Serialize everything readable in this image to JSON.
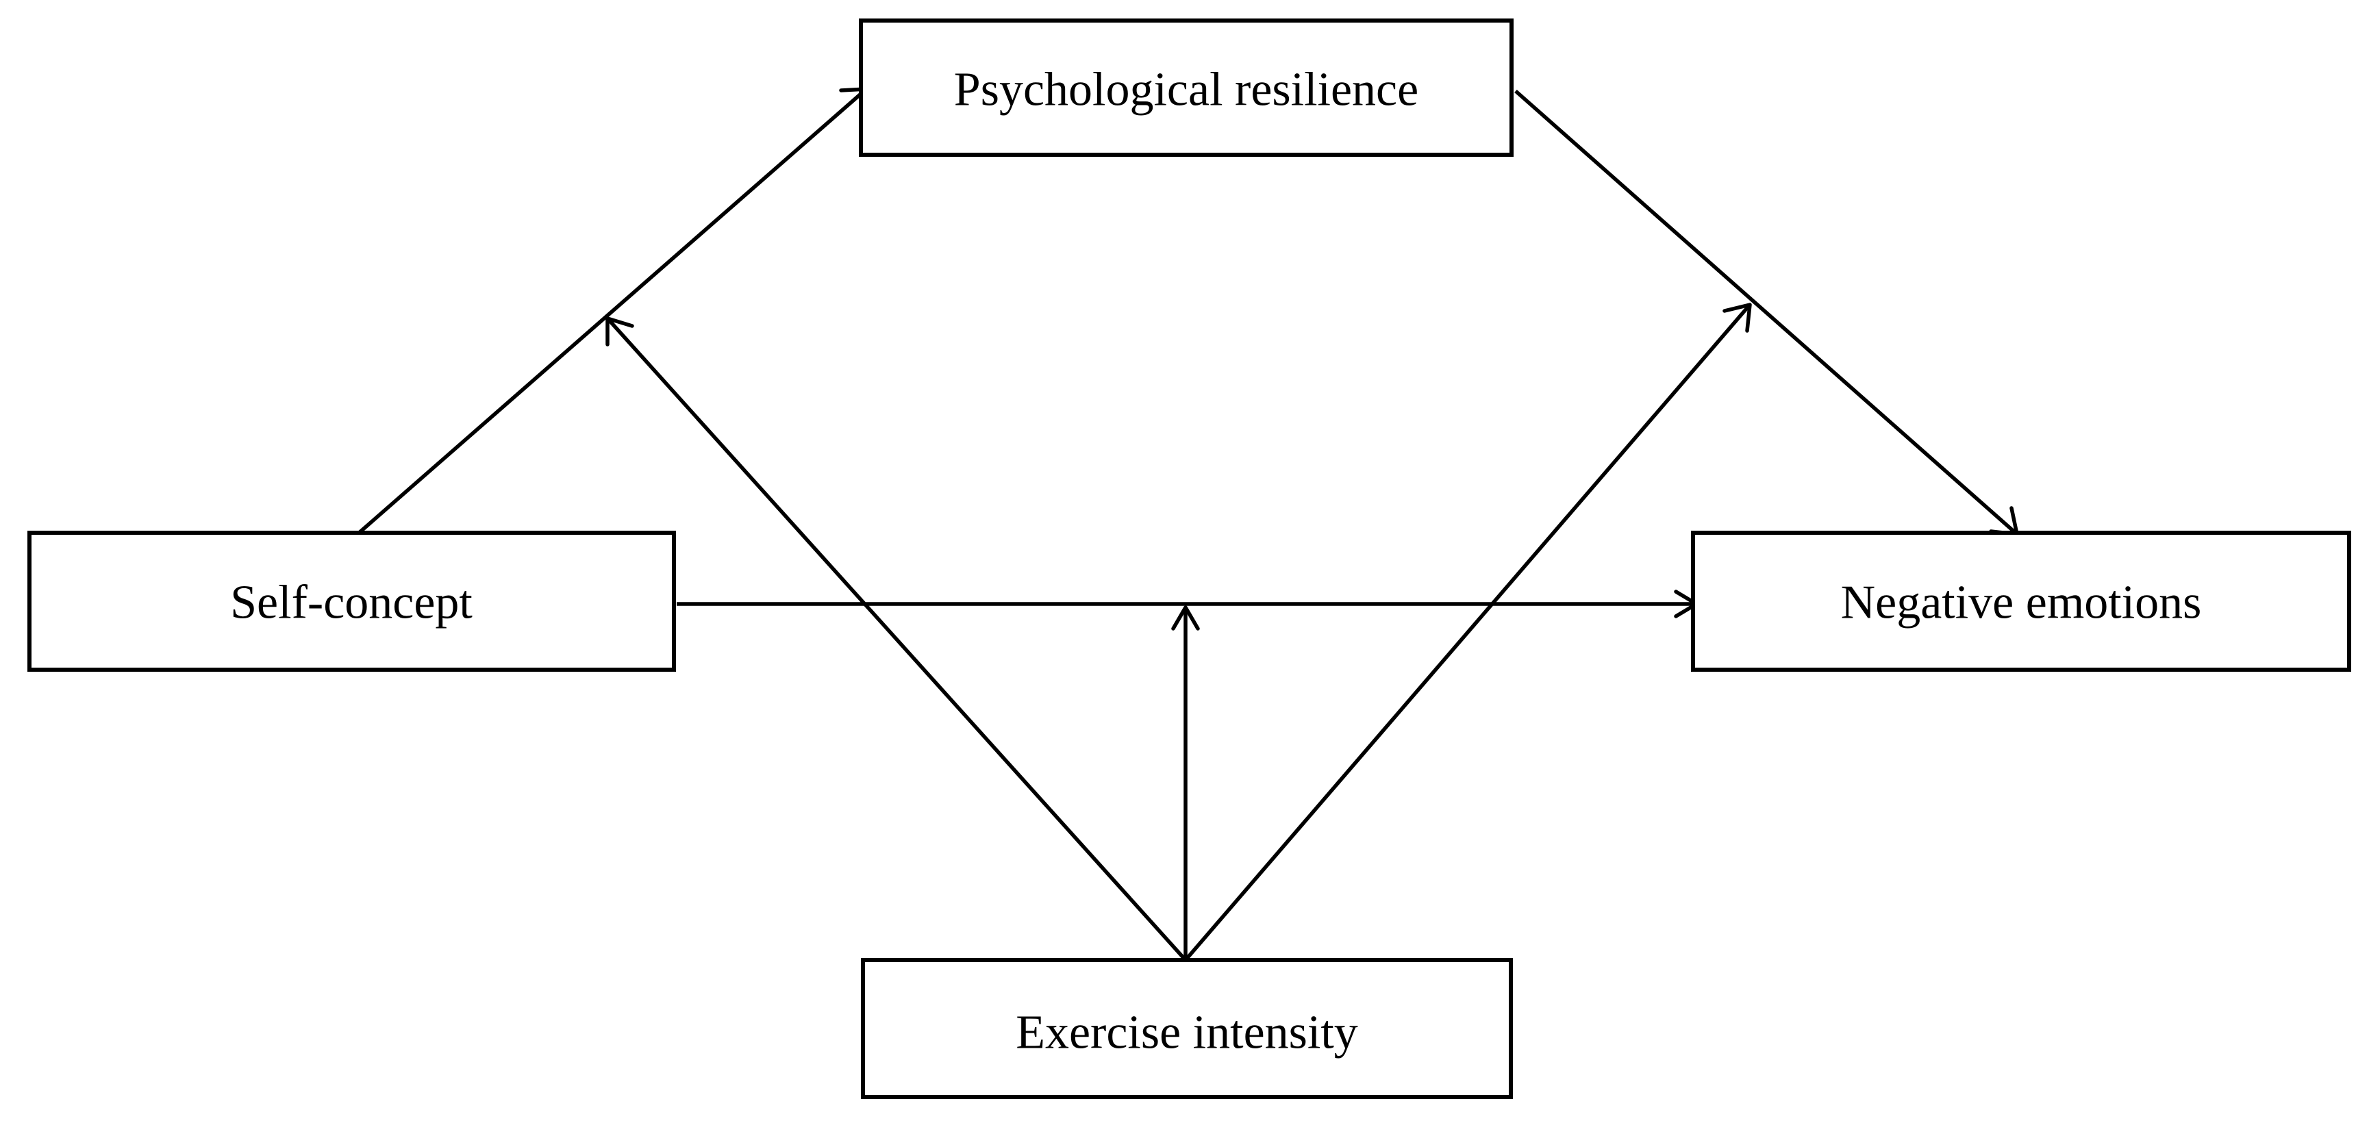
{
  "nodes": {
    "psychological_resilience": "Psychological resilience",
    "self_concept": "Self-concept",
    "negative_emotions": "Negative emotions",
    "exercise_intensity": "Exercise intensity"
  },
  "edges": [
    {
      "from": "self_concept",
      "to": "psychological_resilience"
    },
    {
      "from": "psychological_resilience",
      "to": "negative_emotions"
    },
    {
      "from": "self_concept",
      "to": "negative_emotions"
    },
    {
      "from": "exercise_intensity",
      "to": "self_concept_to_psychological_resilience"
    },
    {
      "from": "exercise_intensity",
      "to": "psychological_resilience_to_negative_emotions"
    },
    {
      "from": "exercise_intensity",
      "to": "self_concept_to_negative_emotions"
    }
  ],
  "colors": {
    "stroke": "#000000",
    "background": "#ffffff"
  }
}
